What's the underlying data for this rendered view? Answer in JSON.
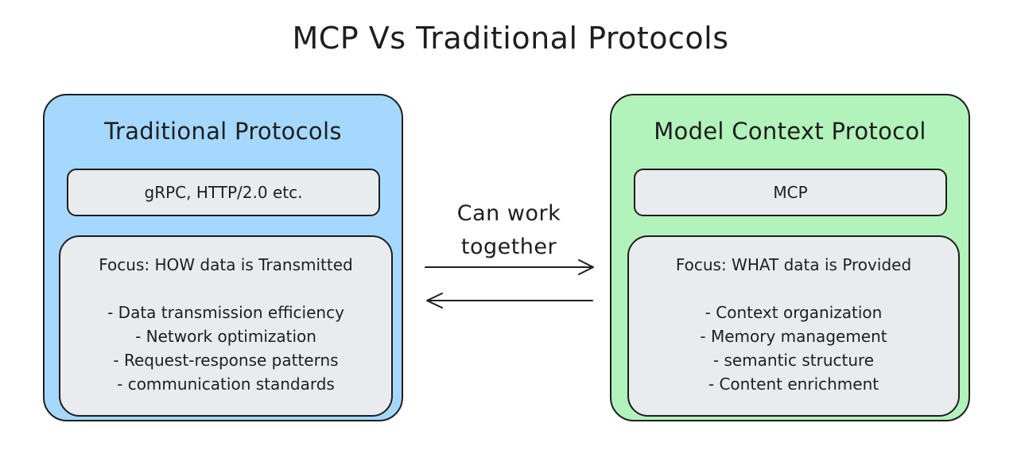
{
  "title": "MCP Vs Traditional Protocols",
  "left_panel": {
    "title": "Traditional Protocols",
    "protocols": "gRPC, HTTP/2.0 etc.",
    "focus": "Focus: HOW data is Transmitted",
    "points": [
      "- Data transmission efficiency",
      "- Network optimization",
      "- Request-response patterns",
      "- communication standards"
    ],
    "color": "#a5d8ff"
  },
  "right_panel": {
    "title": "Model Context Protocol",
    "protocols": "MCP",
    "focus": "Focus: WHAT data is Provided",
    "points": [
      "- Context organization",
      "- Memory management",
      "- semantic structure",
      "- Content enrichment"
    ],
    "color": "#b2f2bb"
  },
  "connector": {
    "line1": "Can work",
    "line2": "together"
  }
}
